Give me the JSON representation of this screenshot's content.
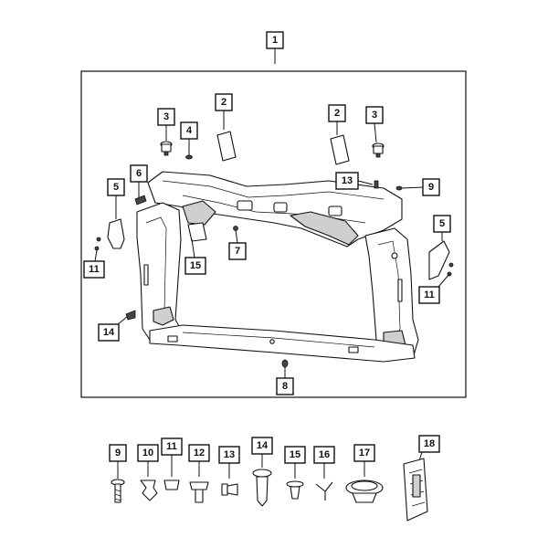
{
  "diagram": {
    "callouts": [
      {
        "id": "c1",
        "label": "1"
      },
      {
        "id": "c2a",
        "label": "2"
      },
      {
        "id": "c2b",
        "label": "2"
      },
      {
        "id": "c3a",
        "label": "3"
      },
      {
        "id": "c3b",
        "label": "3"
      },
      {
        "id": "c4",
        "label": "4"
      },
      {
        "id": "c5a",
        "label": "5"
      },
      {
        "id": "c5b",
        "label": "5"
      },
      {
        "id": "c6",
        "label": "6"
      },
      {
        "id": "c7",
        "label": "7"
      },
      {
        "id": "c8",
        "label": "8"
      },
      {
        "id": "c9",
        "label": "9"
      },
      {
        "id": "c11a",
        "label": "11"
      },
      {
        "id": "c11b",
        "label": "11"
      },
      {
        "id": "c13",
        "label": "13"
      },
      {
        "id": "c14",
        "label": "14"
      },
      {
        "id": "c15",
        "label": "15"
      }
    ],
    "legend": [
      {
        "id": "l9",
        "label": "9"
      },
      {
        "id": "l10",
        "label": "10"
      },
      {
        "id": "l11",
        "label": "11"
      },
      {
        "id": "l12",
        "label": "12"
      },
      {
        "id": "l13",
        "label": "13"
      },
      {
        "id": "l14",
        "label": "14"
      },
      {
        "id": "l15",
        "label": "15"
      },
      {
        "id": "l16",
        "label": "16"
      },
      {
        "id": "l17",
        "label": "17"
      },
      {
        "id": "l18",
        "label": "18"
      }
    ]
  }
}
